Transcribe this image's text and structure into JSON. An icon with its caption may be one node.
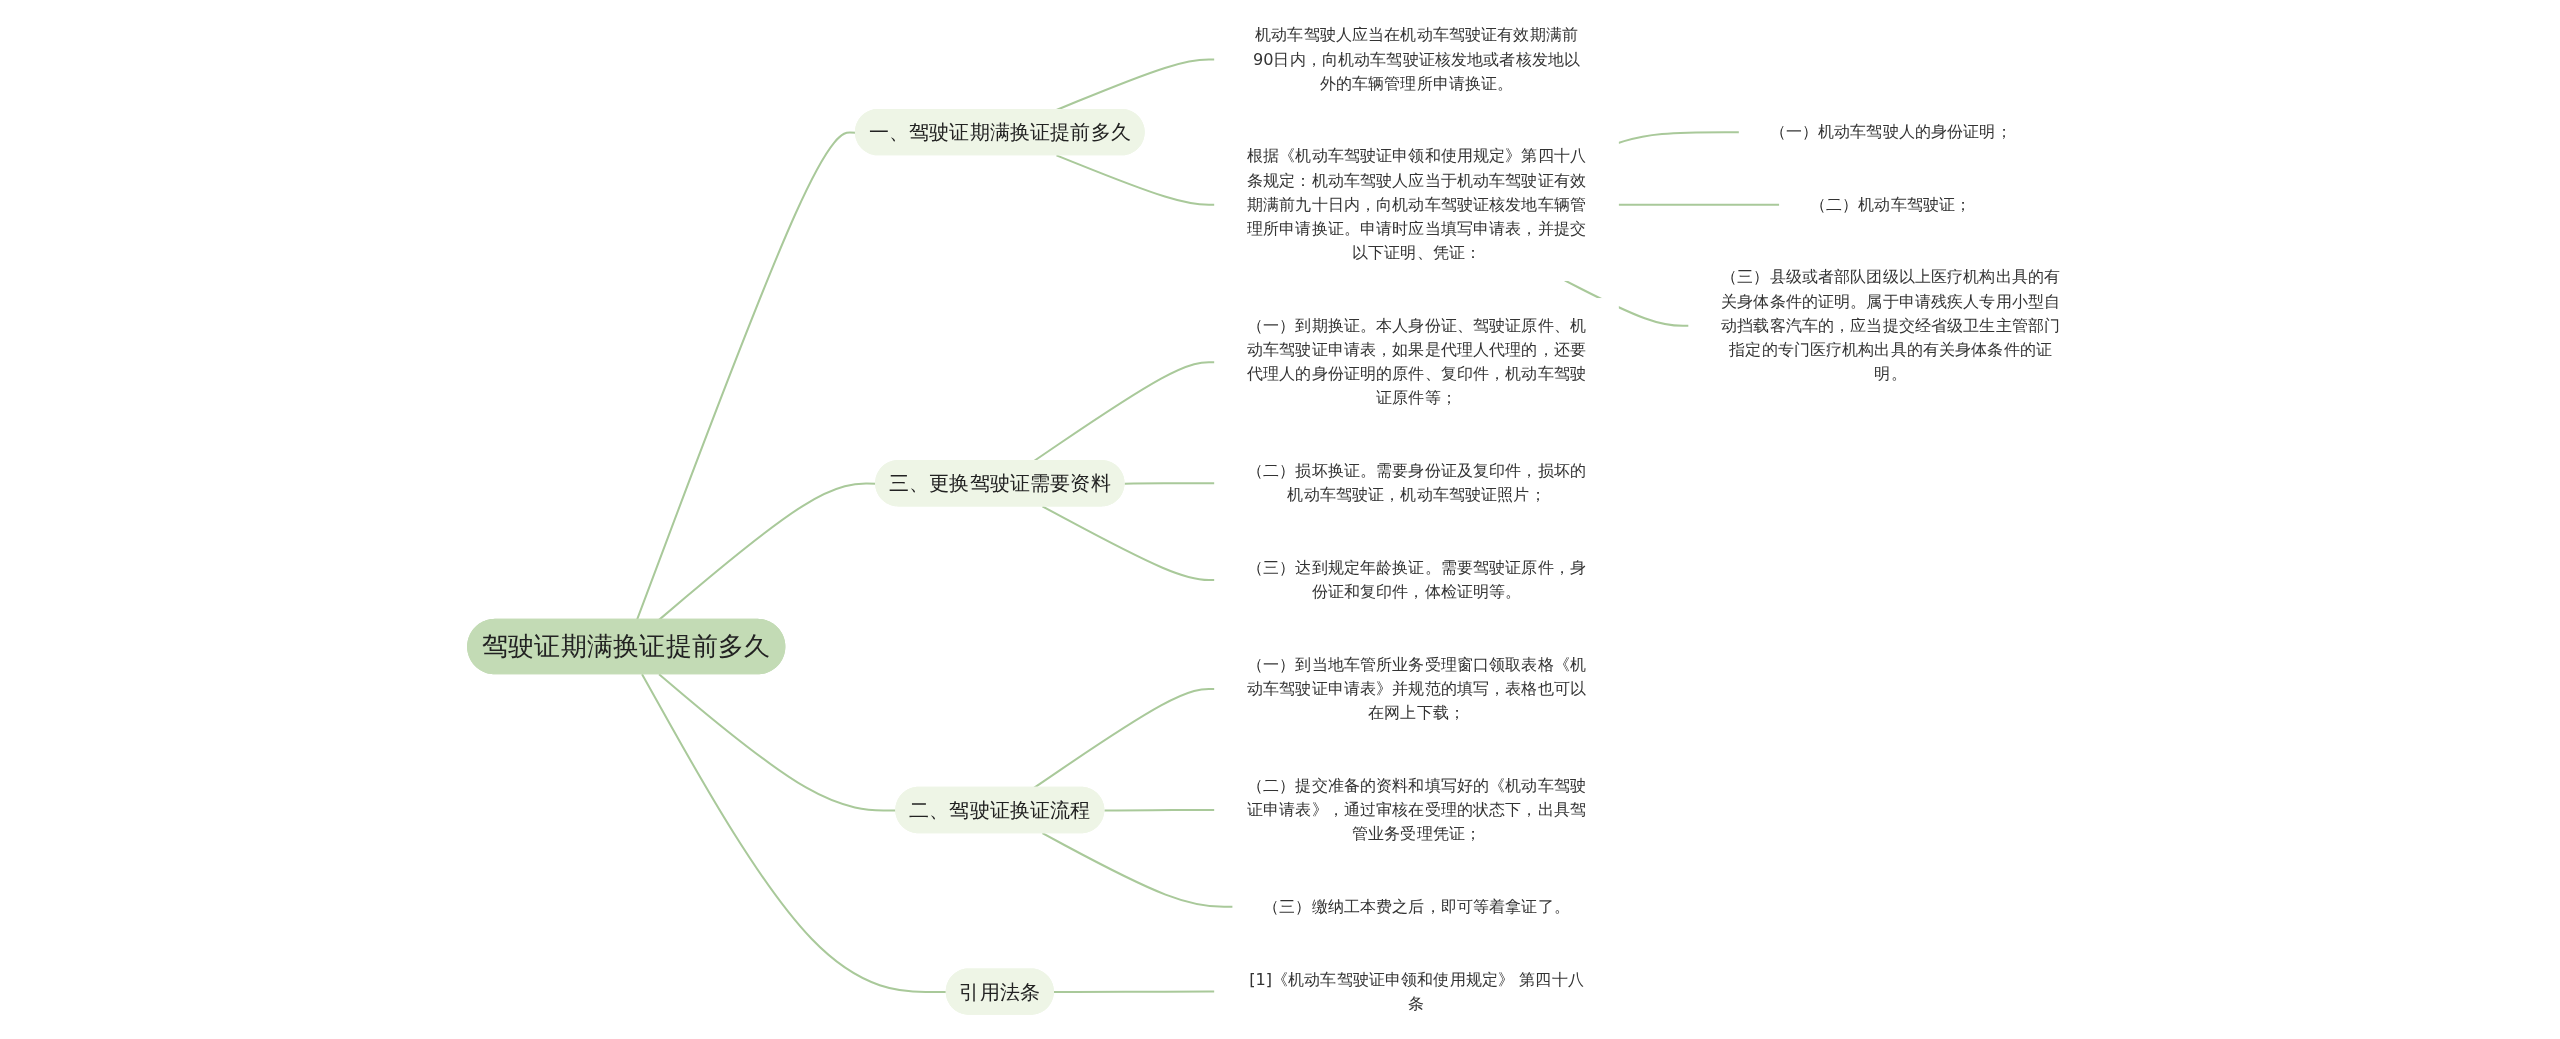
{
  "diagram": {
    "nodes": [
      {
        "text": [
          "驾驶证期满换证提前多久"
        ]
      },
      {
        "text": [
          "一、驾驶证期满换证提前多久"
        ]
      },
      {
        "text": [
          "机动车驾驶人应当在机动车驾驶证有效期满前90日内，向机动车驾驶证核发地或者核发地以外的车辆管理所申请换证。"
        ]
      },
      {
        "text": [
          "根据《机动车驾驶证申领和使用规定》第四十八条规定：机动车驾驶人应当于机动车驾驶证有效期满前九十日内，向机动车驾驶证核发地车辆管理所申请换证。申请时应当填写申请表，并提交以下证明、凭证："
        ]
      },
      {
        "text": [
          "（一）机动车驾驶人的身份证明；"
        ]
      },
      {
        "text": [
          "（二）机动车驾驶证；"
        ]
      },
      {
        "text": [
          "（三）县级或者部队团级以上医疗机构出具的有关身体条件的证明。属于申请残疾人专用小型自动挡载客汽车的，应当提交经省级卫生主管部门指定的专门医疗机构出具的有关身体条件的证明。"
        ]
      },
      {
        "text": [
          "三、更换驾驶证需要资料"
        ]
      },
      {
        "text": [
          "（一）到期换证。本人身份证、驾驶证原件、机动车驾驶证申请表，如果是代理人代理的，还要代理人的身份证明的原件、复印件，机动车驾驶证原件等；"
        ]
      },
      {
        "text": [
          "（二）损坏换证。需要身份证及复印件，损坏的机动车驾驶证，机动车驾驶证照片；"
        ]
      },
      {
        "text": [
          "（三）达到规定年龄换证。需要驾驶证原件，身份证和复印件，体检证明等。"
        ]
      },
      {
        "text": [
          "二、驾驶证换证流程"
        ]
      },
      {
        "text": [
          "（一）到当地车管所业务受理窗口领取表格《机动车驾驶证申请表》并规范的填写，表格也可以在网上下载；"
        ]
      },
      {
        "text": [
          "（二）提交准备的资料和填写好的《机动车驾驶证申请表》，通过审核在受理的状态下，出具驾管业务受理凭证；"
        ]
      },
      {
        "text": [
          "（三）缴纳工本费之后，即可等着拿证了。"
        ]
      },
      {
        "text": [
          "引用法条"
        ]
      },
      {
        "text": [
          "[1]《机动车驾驶证申领和使用规定》 第四十八条"
        ]
      }
    ],
    "edges": [
      {
        "from": 0,
        "to": 1,
        "arrow": "none"
      },
      {
        "from": 1,
        "to": 2,
        "arrow": "none"
      },
      {
        "from": 1,
        "to": 3,
        "arrow": "none"
      },
      {
        "from": 3,
        "to": 4,
        "arrow": "none"
      },
      {
        "from": 3,
        "to": 5,
        "arrow": "none"
      },
      {
        "from": 3,
        "to": 6,
        "arrow": "none"
      },
      {
        "from": 0,
        "to": 7,
        "arrow": "none"
      },
      {
        "from": 7,
        "to": 8,
        "arrow": "none"
      },
      {
        "from": 7,
        "to": 9,
        "arrow": "none"
      },
      {
        "from": 7,
        "to": 10,
        "arrow": "none"
      },
      {
        "from": 0,
        "to": 11,
        "arrow": "none"
      },
      {
        "from": 11,
        "to": 12,
        "arrow": "none"
      },
      {
        "from": 11,
        "to": 13,
        "arrow": "none"
      },
      {
        "from": 11,
        "to": 14,
        "arrow": "none"
      },
      {
        "from": 0,
        "to": 15,
        "arrow": "none"
      },
      {
        "from": 15,
        "to": 16,
        "arrow": "none"
      }
    ]
  }
}
